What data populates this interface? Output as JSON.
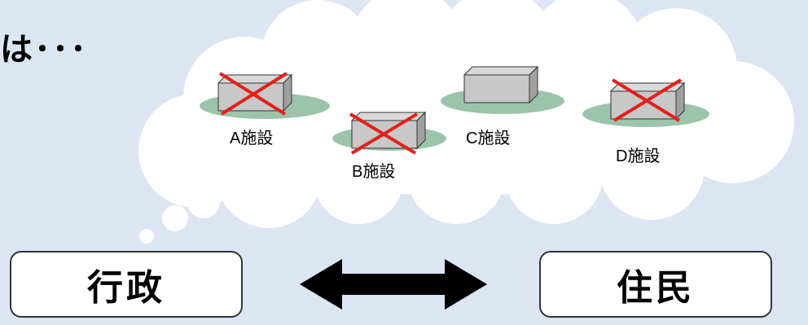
{
  "heading": {
    "text": "は･･･"
  },
  "facilities": [
    {
      "id": "A",
      "label": "A施設",
      "status": "removed"
    },
    {
      "id": "B",
      "label": "B施設",
      "status": "removed"
    },
    {
      "id": "C",
      "label": "C施設",
      "status": "kept"
    },
    {
      "id": "D",
      "label": "D施設",
      "status": "removed"
    }
  ],
  "parties": {
    "left": {
      "label": "行政"
    },
    "right": {
      "label": "住民"
    }
  },
  "colors": {
    "background": "#dce6f2",
    "cloud": "#ffffff",
    "ground": "#9bc4aa",
    "building": "#c8c8c8",
    "cross": "#e3201b",
    "arrow": "#000000"
  }
}
